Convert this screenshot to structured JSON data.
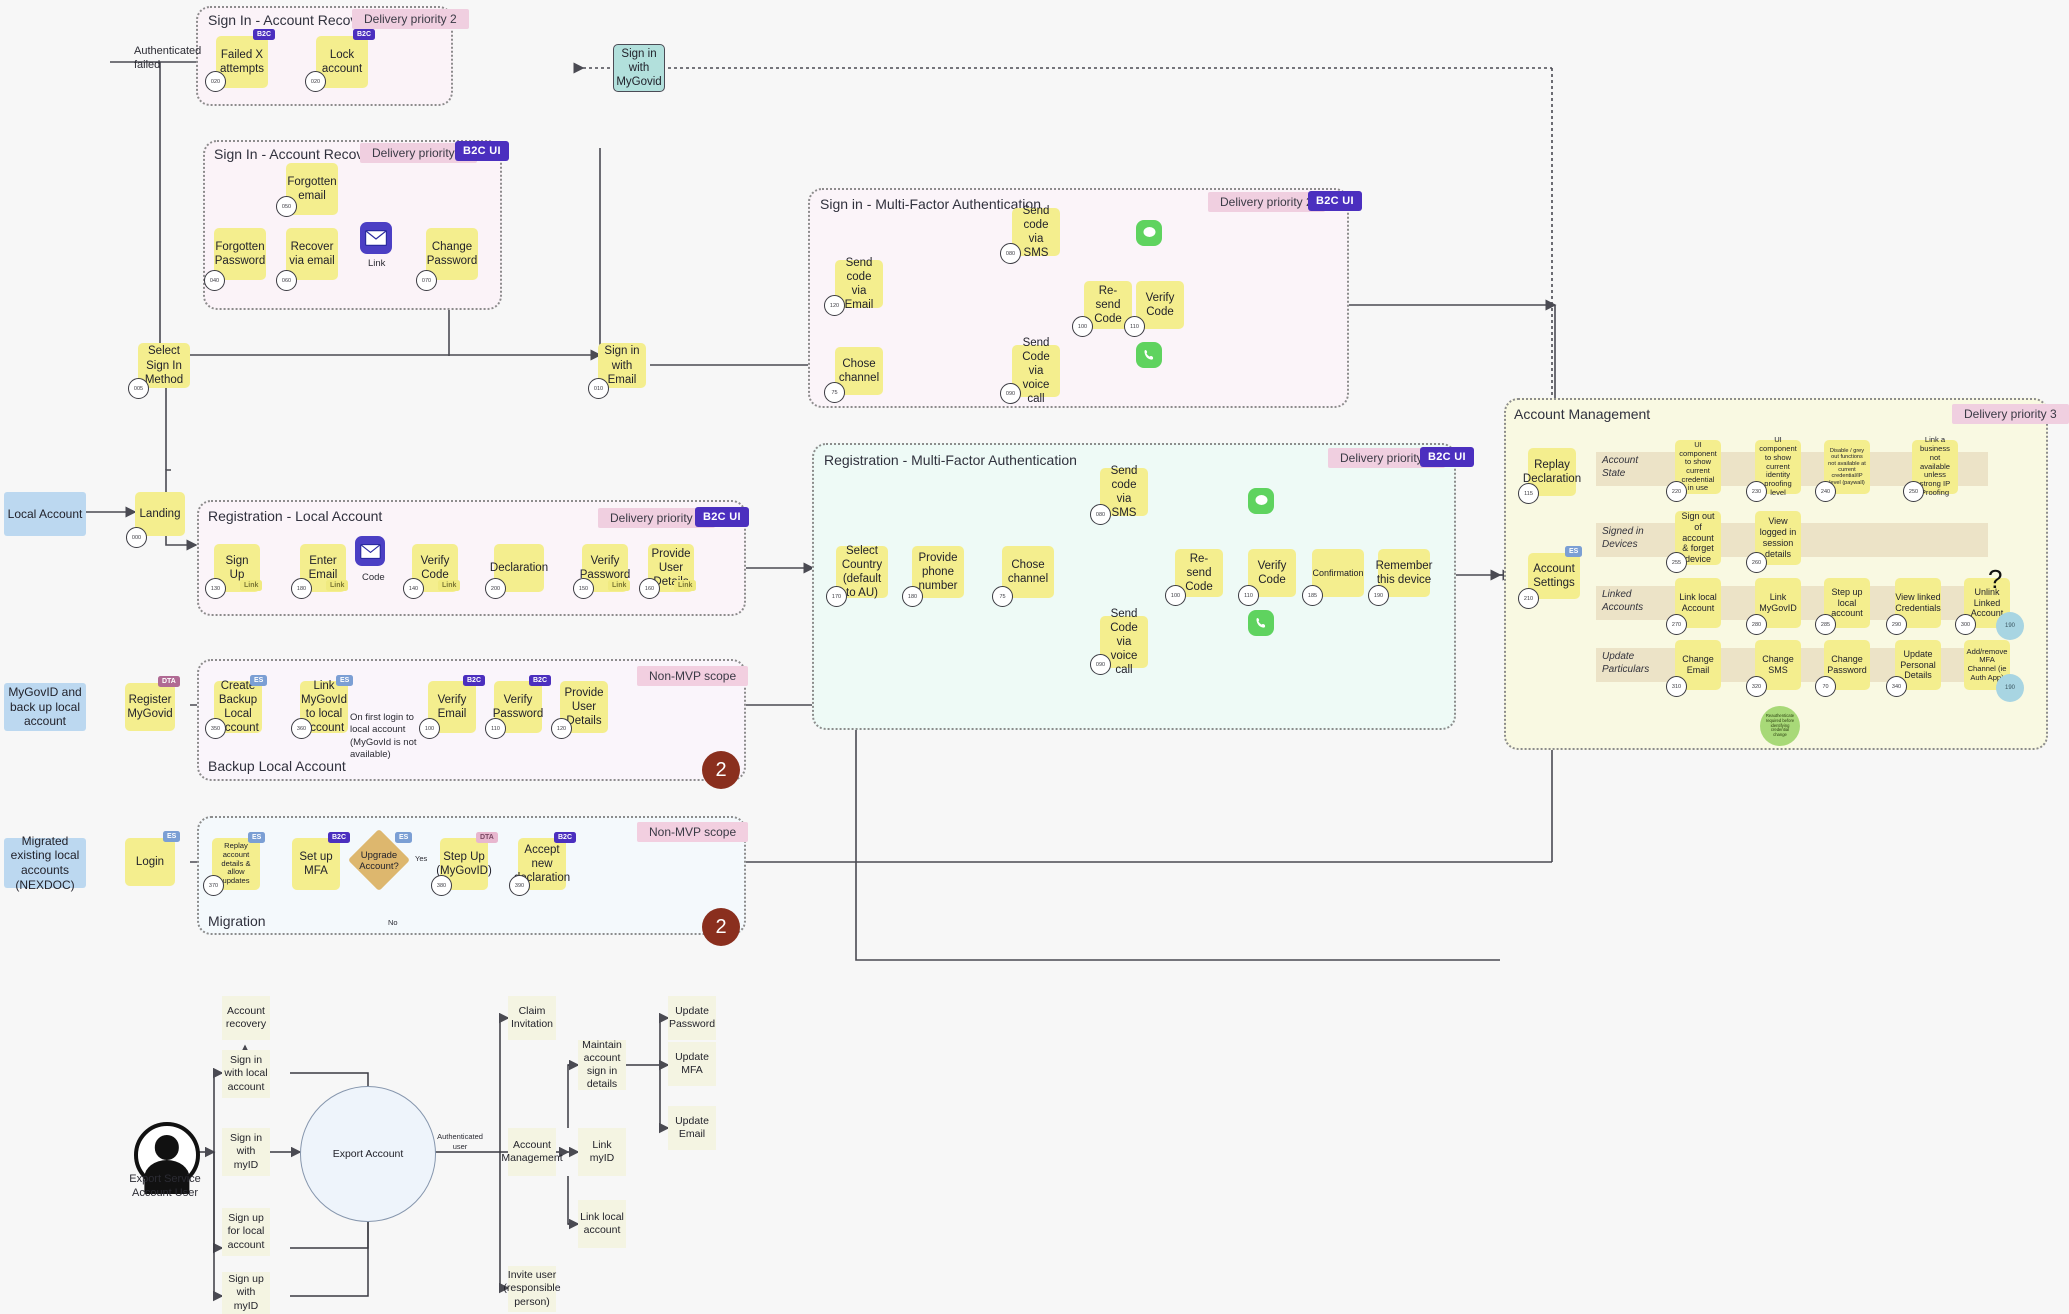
{
  "groups": {
    "signin_recovery_lock": {
      "title": "Sign In - Account Recovery",
      "priority": "Delivery priority 2"
    },
    "signin_recovery_pwd": {
      "title": "Sign In - Account Recovery",
      "priority": "Delivery priority 2",
      "ui": "B2C UI"
    },
    "signin_mfa": {
      "title": "Sign in - Multi-Factor Authentication",
      "priority": "Delivery priority 2",
      "ui": "B2C UI"
    },
    "reg_local": {
      "title": "Registration - Local Account",
      "priority": "Delivery priority 1",
      "ui": "B2C UI"
    },
    "reg_mfa": {
      "title": "Registration - Multi-Factor Authentication",
      "priority": "Delivery priority 1",
      "ui": "B2C UI"
    },
    "backup_local": {
      "title": "Backup Local Account",
      "priority": "Non-MVP scope"
    },
    "migration": {
      "title": "Migration",
      "priority": "Non-MVP scope"
    },
    "account_mgmt": {
      "title": "Account Management",
      "priority": "Delivery priority 3"
    }
  },
  "entries": [
    {
      "label": "Local Account"
    },
    {
      "label": "MyGovID and back up local account"
    },
    {
      "label": "Migrated existing local accounts (NEXDOC)"
    }
  ],
  "nodes": {
    "failed_attempts": {
      "label": "Failed X attempts",
      "num": "020",
      "tag": "B2C"
    },
    "lock_account": {
      "label": "Lock account",
      "num": "020",
      "tag": "B2C"
    },
    "forgotten_email": {
      "label": "Forgotten email",
      "num": "050"
    },
    "forgotten_password": {
      "label": "Forgotten Password",
      "num": "040"
    },
    "recover_via_email": {
      "label": "Recover via email",
      "num": "060"
    },
    "change_password": {
      "label": "Change Password",
      "num": "070"
    },
    "signin_mygovid": {
      "label": "Sign in with MyGovid"
    },
    "select_sign_in_method": {
      "label": "Select Sign In Method",
      "num": "005"
    },
    "signin_email": {
      "label": "Sign in with Email",
      "num": "010"
    },
    "landing": {
      "label": "Landing",
      "num": "000"
    },
    "register_mygovid": {
      "label": "Register MyGovid",
      "tag": "DTA"
    },
    "login": {
      "label": "Login",
      "tag": "ES"
    },
    "send_code_email_s": {
      "label": "Send code via Email",
      "num": "120"
    },
    "chose_channel_s": {
      "label": "Chose channel",
      "num": "75"
    },
    "send_code_sms_s": {
      "label": "Send code via SMS",
      "num": "080"
    },
    "send_code_voice_s": {
      "label": "Send Code via voice call",
      "num": "090"
    },
    "resend_code_s": {
      "label": "Re-send Code",
      "num": "100"
    },
    "verify_code_s": {
      "label": "Verify Code",
      "num": "110"
    },
    "sign_up": {
      "label": "Sign Up",
      "num": "130",
      "tag": "Link"
    },
    "enter_email": {
      "label": "Enter Email",
      "num": "180",
      "tag": "Link"
    },
    "verify_code_r": {
      "label": "Verify Code",
      "num": "140",
      "tag": "Link"
    },
    "declaration": {
      "label": "Declaration",
      "num": "200"
    },
    "verify_password_r": {
      "label": "Verify Password",
      "num": "150",
      "tag": "Link"
    },
    "provide_user_details_r": {
      "label": "Provide User Details",
      "num": "160",
      "tag": "Link"
    },
    "select_country": {
      "label": "Select Country (default to AU)",
      "num": "170"
    },
    "provide_phone": {
      "label": "Provide phone number",
      "num": "180"
    },
    "chose_channel_r": {
      "label": "Chose channel",
      "num": "75"
    },
    "send_code_sms_r": {
      "label": "Send code via SMS",
      "num": "080"
    },
    "send_code_voice_r": {
      "label": "Send Code via voice call",
      "num": "090"
    },
    "resend_code_r": {
      "label": "Re-send Code",
      "num": "100"
    },
    "verify_code_r2": {
      "label": "Verify Code",
      "num": "110"
    },
    "confirmation": {
      "label": "Confirmation",
      "num": "185"
    },
    "remember_device": {
      "label": "Remember this device",
      "num": "190"
    },
    "create_backup_local": {
      "label": "Create Backup Local Account",
      "num": "350",
      "tag": "ES"
    },
    "link_mygovid_local": {
      "label": "Link MyGovId to local account",
      "num": "360",
      "tag": "ES"
    },
    "verify_email_b": {
      "label": "Verify Email",
      "num": "100",
      "tag": "B2C"
    },
    "verify_password_b": {
      "label": "Verify Password",
      "num": "110",
      "tag": "B2C"
    },
    "provide_user_details_b": {
      "label": "Provide User Details",
      "num": "120"
    },
    "replay_account": {
      "label": "Replay account details & allow updates",
      "num": "370",
      "tag": "ES"
    },
    "setup_mfa": {
      "label": "Set up MFA",
      "tag": "B2C"
    },
    "upgrade_account": {
      "label": "Upgrade Account?",
      "tag": "ES"
    },
    "step_up_mygovid": {
      "label": "Step Up (MyGovID)",
      "num": "380",
      "tag": "DTA"
    },
    "accept_new_declaration": {
      "label": "Accept new declaration",
      "num": "390",
      "tag": "B2C"
    },
    "replay_declaration": {
      "label": "Replay Declaration",
      "num": "115"
    },
    "account_settings": {
      "label": "Account Settings",
      "num": "210",
      "tag": "ES"
    },
    "ui_current_credential": {
      "label": "UI component to show current credential in use",
      "num": "220"
    },
    "ui_identity_proofing": {
      "label": "UI component to show current identity proofing level",
      "num": "230"
    },
    "disable_grey_out": {
      "label": "Disable / grey out functions not available at current credential/IP level (paywall)",
      "num": "240"
    },
    "link_business": {
      "label": "Link a business not available unless strong IP Proofing",
      "num": "250"
    },
    "sign_out_forget": {
      "label": "Sign out of account & forget device",
      "num": "255"
    },
    "view_logged_sessions": {
      "label": "View logged in session details",
      "num": "260"
    },
    "link_local_account": {
      "label": "Link local Account",
      "num": "270"
    },
    "link_mygovid_am": {
      "label": "Link MyGovID",
      "num": "280"
    },
    "step_up_local": {
      "label": "Step up local account",
      "num": "285"
    },
    "view_linked_credentials": {
      "label": "View linked Credentials",
      "num": "290"
    },
    "unlink_linked_account": {
      "label": "Unlink Linked Account",
      "num": "300",
      "dot": "190"
    },
    "change_email": {
      "label": "Change Email",
      "num": "310"
    },
    "change_sms": {
      "label": "Change SMS",
      "num": "320"
    },
    "change_password_am": {
      "label": "Change Password",
      "num": "70"
    },
    "update_personal_details": {
      "label": "Update Personal Details",
      "num": "340"
    },
    "add_remove_mfa": {
      "label": "Add/remove MFA Channel (ie Auth App)",
      "dot": "190"
    },
    "reauth_note": {
      "label": "Reauthenticate required before identifying credential change"
    }
  },
  "lanes": [
    {
      "label": "Account State"
    },
    {
      "label": "Signed in Devices"
    },
    {
      "label": "Linked Accounts"
    },
    {
      "label": "Update Particulars"
    }
  ],
  "free_text": {
    "authenticated_failed": "Authenticated failed",
    "link_label": "Link",
    "code_label": "Code",
    "first_login_note": "On first login to local account (MyGovId is not available)",
    "yes": "Yes",
    "no": "No",
    "page_marker": "2",
    "authenticated_user": "Authenticated user"
  },
  "bottom": {
    "actor": "Export Service Account User",
    "hub": "Export Account",
    "left_items": [
      {
        "label": "Account recovery"
      },
      {
        "label": "Sign in with local account"
      },
      {
        "label": "Sign in with myID"
      },
      {
        "label": "Sign up for local account"
      },
      {
        "label": "Sign up with myID"
      }
    ],
    "right_items": [
      {
        "label": "Claim Invitation"
      },
      {
        "label": "Account Management"
      },
      {
        "label": "Invite user (responsible person)"
      },
      {
        "label": "Maintain account sign in details"
      },
      {
        "label": "Link myID"
      },
      {
        "label": "Link local account"
      },
      {
        "label": "Update Password"
      },
      {
        "label": "Update MFA"
      },
      {
        "label": "Update Email"
      }
    ]
  },
  "colors": {
    "node_yellow": "#f4ee8e",
    "entry_blue": "#bcd8f0",
    "teal": "#b2e0dc",
    "priority_pink": "#f0cfe0",
    "b2c_purple": "#4b2fbf",
    "lane_tan": "#eadfc2",
    "marker_red": "#8a2f1e"
  }
}
